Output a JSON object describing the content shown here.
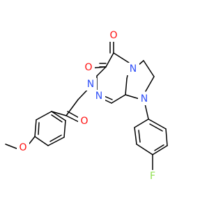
{
  "molecule": {
    "atoms": {
      "o_ketone_c4": "O",
      "o_ketone_c3": "O",
      "n_ring_5": "N",
      "n_ring_8": "N",
      "n_ring_2": "N",
      "n_ring_1": "N",
      "o_acyl": "O",
      "o_methoxy": "O",
      "f_aryl": "F"
    },
    "colors": {
      "bond": "#000000",
      "oxygen": "#ff0d0d",
      "nitrogen": "#3050f8",
      "fluorine": "#90e050",
      "background": "#ffffff"
    }
  }
}
